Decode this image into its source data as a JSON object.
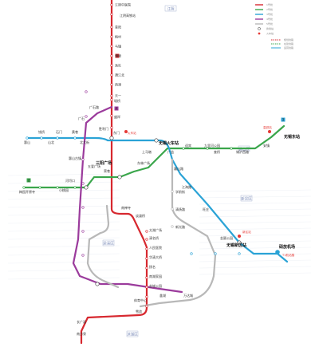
{
  "colors": {
    "line1": "#d7282f",
    "line2": "#3aa64b",
    "line3": "#2ba3d6",
    "line4": "#9b3b9c",
    "line5": "#b8b8b8",
    "transfer": "#ffffff",
    "background": "#ffffff",
    "district_box": "#9aa6c8",
    "airport_icon": "#2ba3d6",
    "train_icon": "#e53935"
  },
  "districts": [
    "江阴",
    "锡山区",
    "梁溪区",
    "新吴区",
    "滨湖区"
  ],
  "stations": {
    "line1_north": [
      "江阴中医院",
      "江阴高铁站",
      "青阳",
      "梅村",
      "马镇",
      "博物",
      "洛社",
      "通江北",
      "西漳",
      "天一"
    ],
    "line1_main": [
      "堰桥",
      "盛岸",
      "胜利门",
      "三阳广场",
      "南禅寺",
      "谈渡桥",
      "太湖广场",
      "清名桥",
      "人民医院",
      "华清大桥",
      "扬名",
      "南湖家园",
      "金城公园",
      "雪浪",
      "长广溪",
      "南方泉"
    ],
    "line2": [
      "梅园开原寺",
      "小桃园",
      "河埒口",
      "荣巷",
      "东林广场",
      "无锡火车站",
      "上马墩",
      "广益",
      "嵩山路",
      "迎宾",
      "九里河公园",
      "查桥",
      "锡沪西路",
      "安镇"
    ],
    "line3": [
      "惠山",
      "钱桥",
      "石门",
      "黄巷",
      "山北",
      "北大街",
      "东门",
      "江海路",
      "无锡东站"
    ],
    "line4": [
      "广石路",
      "广石",
      "惠山古镇",
      "五爱广场",
      "无锡新区站",
      "旺庄",
      "硕放机场"
    ],
    "line5": [
      "学前街",
      "清扬路",
      "新光路",
      "金匮公园",
      "体育中心",
      "蠡湖",
      "万达城"
    ]
  },
  "labels": {
    "main_station_hub": "无锡火车站",
    "east_station": "无锡东站",
    "new_district_station": "无锡新区站",
    "airport": "硕放机场",
    "sanyang": "三阳广场",
    "dongmen": "东门",
    "jiangyin_hsr": "江阴高铁站",
    "shuofang_sub": "T1航站楼",
    "rail_tag_1": "火车站",
    "rail_tag_2": "高铁站",
    "rail_tag_3": "新区站"
  },
  "legend": {
    "items": [
      "1号线",
      "2号线",
      "3号线",
      "4号线",
      "5号线",
      "换乘站",
      "火车站"
    ],
    "notes": [
      "规划线路",
      "在建线路",
      "运营线路"
    ]
  },
  "line_badges": [
    "1",
    "2",
    "3",
    "4"
  ]
}
